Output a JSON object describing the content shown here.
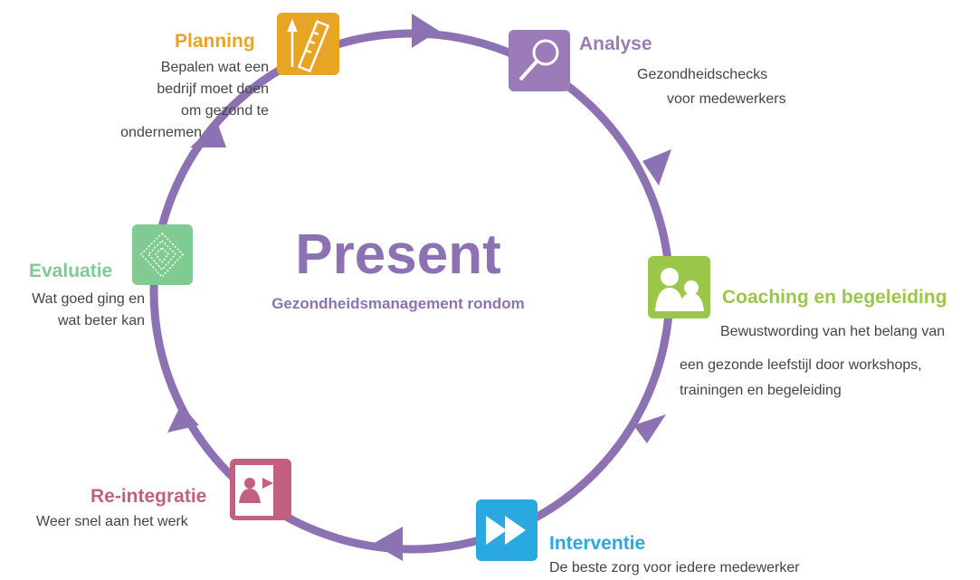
{
  "center": {
    "title": "Present",
    "subtitle": "Gezondheidsmanagement rondom"
  },
  "ring_color": "#8c72b2",
  "stages": {
    "planning": {
      "title": "Planning",
      "color": "#e8a525",
      "icon": "ruler-pencil-icon",
      "desc": [
        "Bepalen wat een",
        "bedrijf moet doen",
        "om gezond te",
        "ondernemen"
      ]
    },
    "analyse": {
      "title": "Analyse",
      "color": "#9b7bb8",
      "icon": "magnifier-icon",
      "desc": [
        "Gezondheidschecks",
        "voor medewerkers"
      ]
    },
    "coaching": {
      "title": "Coaching en begeleiding",
      "color": "#9ac64a",
      "icon": "people-icon",
      "desc": [
        "Bewustwording van het belang van",
        "een gezonde leefstijl door workshops,",
        "trainingen en begeleiding"
      ]
    },
    "interventie": {
      "title": "Interventie",
      "color": "#2aa9e0",
      "icon": "fast-forward-icon",
      "desc": [
        "De beste zorg voor iedere medewerker"
      ]
    },
    "reintegratie": {
      "title": "Re-integratie",
      "color": "#c2607f",
      "icon": "person-door-icon",
      "desc": [
        "Weer snel aan het werk"
      ]
    },
    "evaluatie": {
      "title": "Evaluatie",
      "color": "#7fcb92",
      "icon": "pattern-diamond-icon",
      "desc": [
        "Wat goed ging en",
        "wat beter kan"
      ]
    }
  }
}
